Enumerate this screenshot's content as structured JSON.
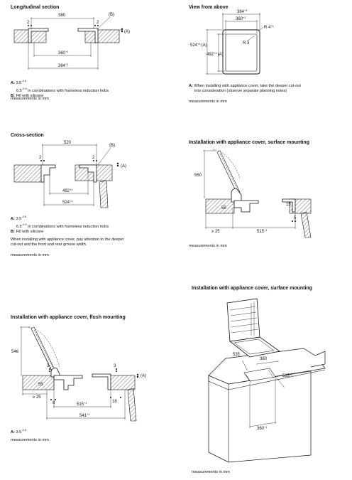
{
  "longitudinal": {
    "title": "Longitudinal section",
    "dims": {
      "d380": "380",
      "b_label": "(B)",
      "a_label": "(A)",
      "d2_left": "2",
      "d2_right": "2",
      "d360": "360",
      "d360_tol": "+1",
      "d384": "384",
      "d384_tol": "+1"
    },
    "note_a_key": "A:",
    "note_a": "3.5",
    "note_a_tol": "-0.5",
    "note_a2": "6.5",
    "note_a2_tol": "-0.5",
    "note_a2_text": "in combinations with frameless induction hobs",
    "note_b_key": "B:",
    "note_b": "Fill with silicone",
    "measurements": "measurements in mm"
  },
  "view_above": {
    "title": "View from above",
    "dims": {
      "d384": "384",
      "d384_tol": "+1",
      "d360": "360",
      "d360_tol": "+1",
      "r4": "R 4",
      "r4_tol": "+1",
      "r3": "R 3",
      "d524": "524",
      "d524_tol": "+1",
      "d524_a": "(A)",
      "d492": "492",
      "d492_tol": "+1",
      "d492_a": "(A)"
    },
    "note_a_key": "A:",
    "note_a_line1": "When installing with appliance cover, take the deeper cut-out",
    "note_a_line2": "into consideration (observe separate planning notes)",
    "measurements": "measurements in mm"
  },
  "cross": {
    "title": "Cross-section",
    "dims": {
      "d520": "520",
      "b_label": "(B)",
      "a_label": "(A)",
      "d2_left": "2",
      "d2_right": "2",
      "d492": "492",
      "d492_tol": "+1",
      "d524": "524",
      "d524_tol": "+1"
    },
    "note_a_key": "A:",
    "note_a": "3.5",
    "note_a_tol": "-0.5",
    "note_a2": "6.5",
    "note_a2_tol": "-0.5",
    "note_a2_text": "in combinations with frameless induction hobs",
    "note_b_key": "B:",
    "note_b": "Fill with silicone",
    "note_c1": "When installing with appliance cover, pay attention to the deeper",
    "note_c2": "cut-out and the front and rear groove width.",
    "measurements": "measurements in mm"
  },
  "surface": {
    "title": "Installation with appliance cover, surface mounting",
    "dims": {
      "d550": "550",
      "d55": "55",
      "d5": "5",
      "d15": "15",
      "d25": "≥ 25",
      "d515": "515",
      "d515_tol": "+1"
    },
    "measurements": "measurements in mm"
  },
  "flush": {
    "title": "Installation with appliance cover, flush mounting",
    "dims": {
      "d546": "546",
      "d3_left": "3",
      "d3_right": "3",
      "a_label": "(A)",
      "d55": "55",
      "d25": "≥ 25",
      "d8": "8",
      "d18": "18",
      "d515": "515",
      "d515_tol": "+1",
      "d541": "541",
      "d541_tol": "+1"
    },
    "note_a_key": "A:",
    "note_a": "3.5",
    "note_a_tol": "-0.5",
    "measurements": "measurements in mm"
  },
  "perspective": {
    "title": "Installation with appliance cover, surface mounting",
    "dims": {
      "d535": "535",
      "d380": "380",
      "d515": "515",
      "d515_tol": "+1",
      "d360": "360",
      "d360_tol": "+1"
    },
    "measurements": "measurements in mm"
  }
}
